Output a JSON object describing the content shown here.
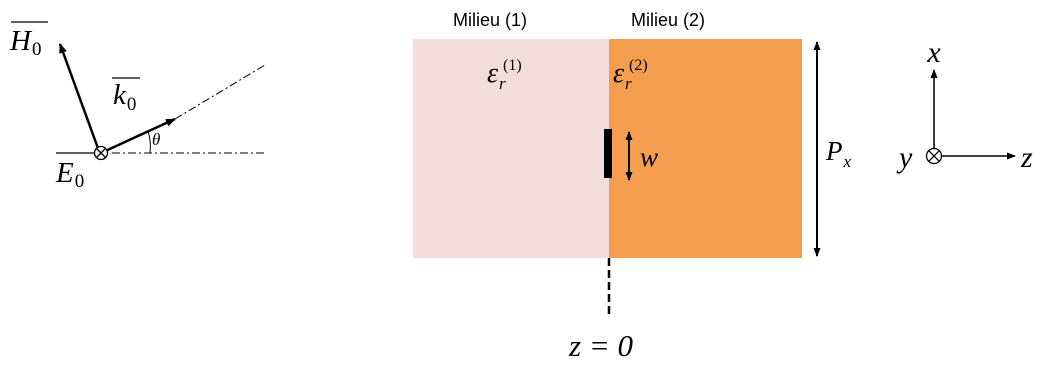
{
  "wave": {
    "h_symbol": "H",
    "h_sub": "0",
    "k_symbol": "k",
    "k_sub": "0",
    "e_symbol": "E",
    "e_sub": "0",
    "theta": "θ"
  },
  "media": {
    "medium1_label": "Milieu (1)",
    "medium2_label": "Milieu (2)",
    "medium1_color": "#f2dcdc",
    "medium2_color": "#f59e50",
    "eps1_symbol": "ε",
    "eps1_sub": "r",
    "eps1_sup": "(1)",
    "eps2_symbol": "ε",
    "eps2_sub": "r",
    "eps2_sup": "(2)",
    "w_label": "w",
    "px_symbol": "P",
    "px_sub": "x",
    "z0_label": "z = 0"
  },
  "axes": {
    "x_label": "x",
    "y_label": "y",
    "z_label": "z"
  }
}
